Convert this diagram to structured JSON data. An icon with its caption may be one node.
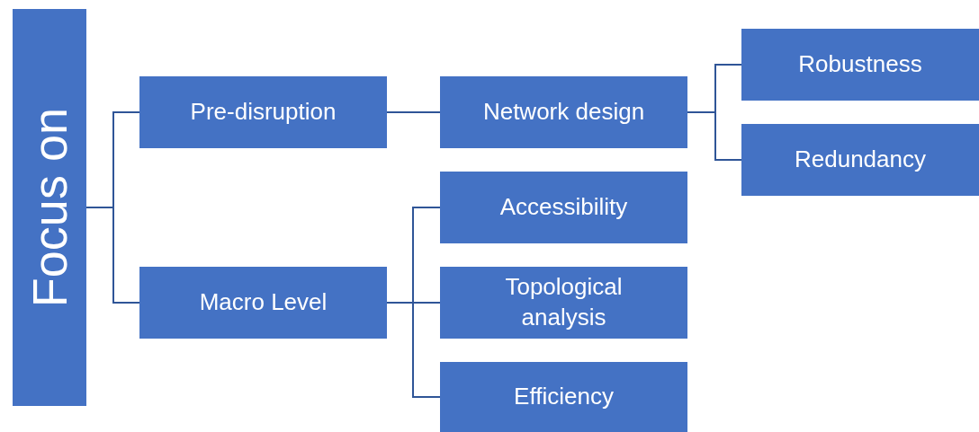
{
  "diagram": {
    "nodes": [
      {
        "text": [
          "Focus on"
        ]
      },
      {
        "text": [
          "Pre-disruption"
        ]
      },
      {
        "text": [
          "Macro Level"
        ]
      },
      {
        "text": [
          "Network design"
        ]
      },
      {
        "text": [
          "Accessibility"
        ]
      },
      {
        "text": [
          "Topological analysis"
        ]
      },
      {
        "text": [
          "Efficiency"
        ]
      },
      {
        "text": [
          "Robustness"
        ]
      },
      {
        "text": [
          "Redundancy"
        ]
      }
    ],
    "edges": [
      {
        "from": 0,
        "to": 1,
        "arrow": "none"
      },
      {
        "from": 0,
        "to": 2,
        "arrow": "none"
      },
      {
        "from": 1,
        "to": 3,
        "arrow": "none"
      },
      {
        "from": 3,
        "to": 7,
        "arrow": "none"
      },
      {
        "from": 3,
        "to": 8,
        "arrow": "none"
      },
      {
        "from": 2,
        "to": 4,
        "arrow": "none"
      },
      {
        "from": 2,
        "to": 5,
        "arrow": "none"
      },
      {
        "from": 2,
        "to": 6,
        "arrow": "none"
      }
    ]
  }
}
